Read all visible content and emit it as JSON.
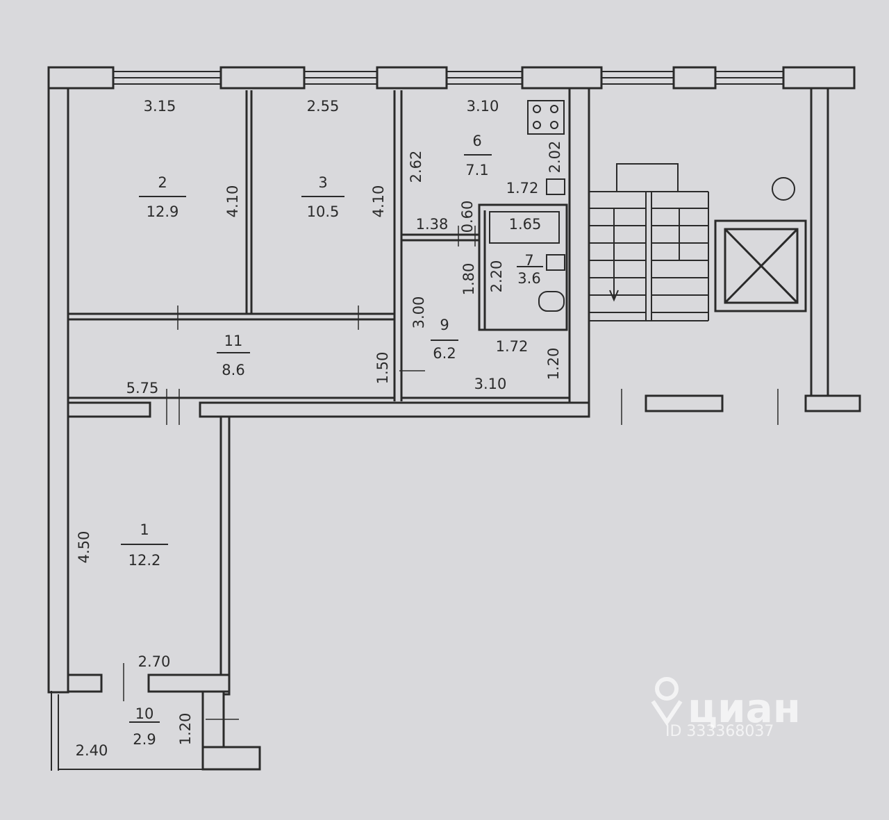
{
  "plan": {
    "rooms": [
      {
        "number": "1",
        "area": "12.2"
      },
      {
        "number": "2",
        "area": "12.9"
      },
      {
        "number": "3",
        "area": "10.5"
      },
      {
        "number": "6",
        "area": "7.1"
      },
      {
        "number": "7",
        "area": "3.6"
      },
      {
        "number": "9",
        "area": "6.2"
      },
      {
        "number": "10",
        "area": "2.9"
      },
      {
        "number": "11",
        "area": "8.6"
      }
    ],
    "dimensions": {
      "r2_width": "3.15",
      "r3_width": "2.55",
      "r6_width": "3.10",
      "r2_height": "4.10",
      "r3_height": "4.10",
      "r6_height": "2.62",
      "r6_side": "2.02",
      "wc_width": "1.72",
      "hall_small_width": "1.38",
      "hall_small_depth": "0.60",
      "bath_width": "1.65",
      "bath_height": "2.20",
      "r9_side": "1.80",
      "r9_height": "3.00",
      "r9_inner_width": "1.72",
      "r9_width": "3.10",
      "r9_door": "1.20",
      "r11_height": "1.50",
      "r11_width": "5.75",
      "r1_height": "4.50",
      "r1_width": "2.70",
      "r10_width": "2.40",
      "r10_depth": "1.20"
    }
  },
  "watermark": {
    "brand": "циан",
    "id_text": "ID 333368037",
    "logo_icon": "location-pin-icon"
  },
  "colors": {
    "paper": "#d9d9dc",
    "ink": "#2a2a2a",
    "watermark": "#ffffff"
  }
}
